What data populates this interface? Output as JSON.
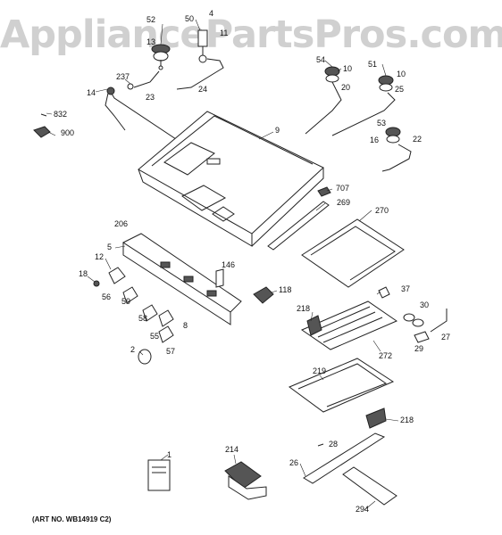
{
  "watermark": "AppliancePartsPros.com",
  "art_no": "(ART NO. WB14919 C2)",
  "callouts": [
    "52",
    "50",
    "4",
    "11",
    "13",
    "237",
    "23",
    "24",
    "14",
    "832",
    "900",
    "54",
    "10",
    "51",
    "10",
    "20",
    "25",
    "53",
    "16",
    "22",
    "9",
    "707",
    "269",
    "270",
    "206",
    "5",
    "146",
    "12",
    "18",
    "56",
    "59",
    "118",
    "37",
    "58",
    "8",
    "55",
    "30",
    "218",
    "27",
    "29",
    "57",
    "2",
    "272",
    "219",
    "218",
    "28",
    "26",
    "1",
    "214",
    "294"
  ]
}
